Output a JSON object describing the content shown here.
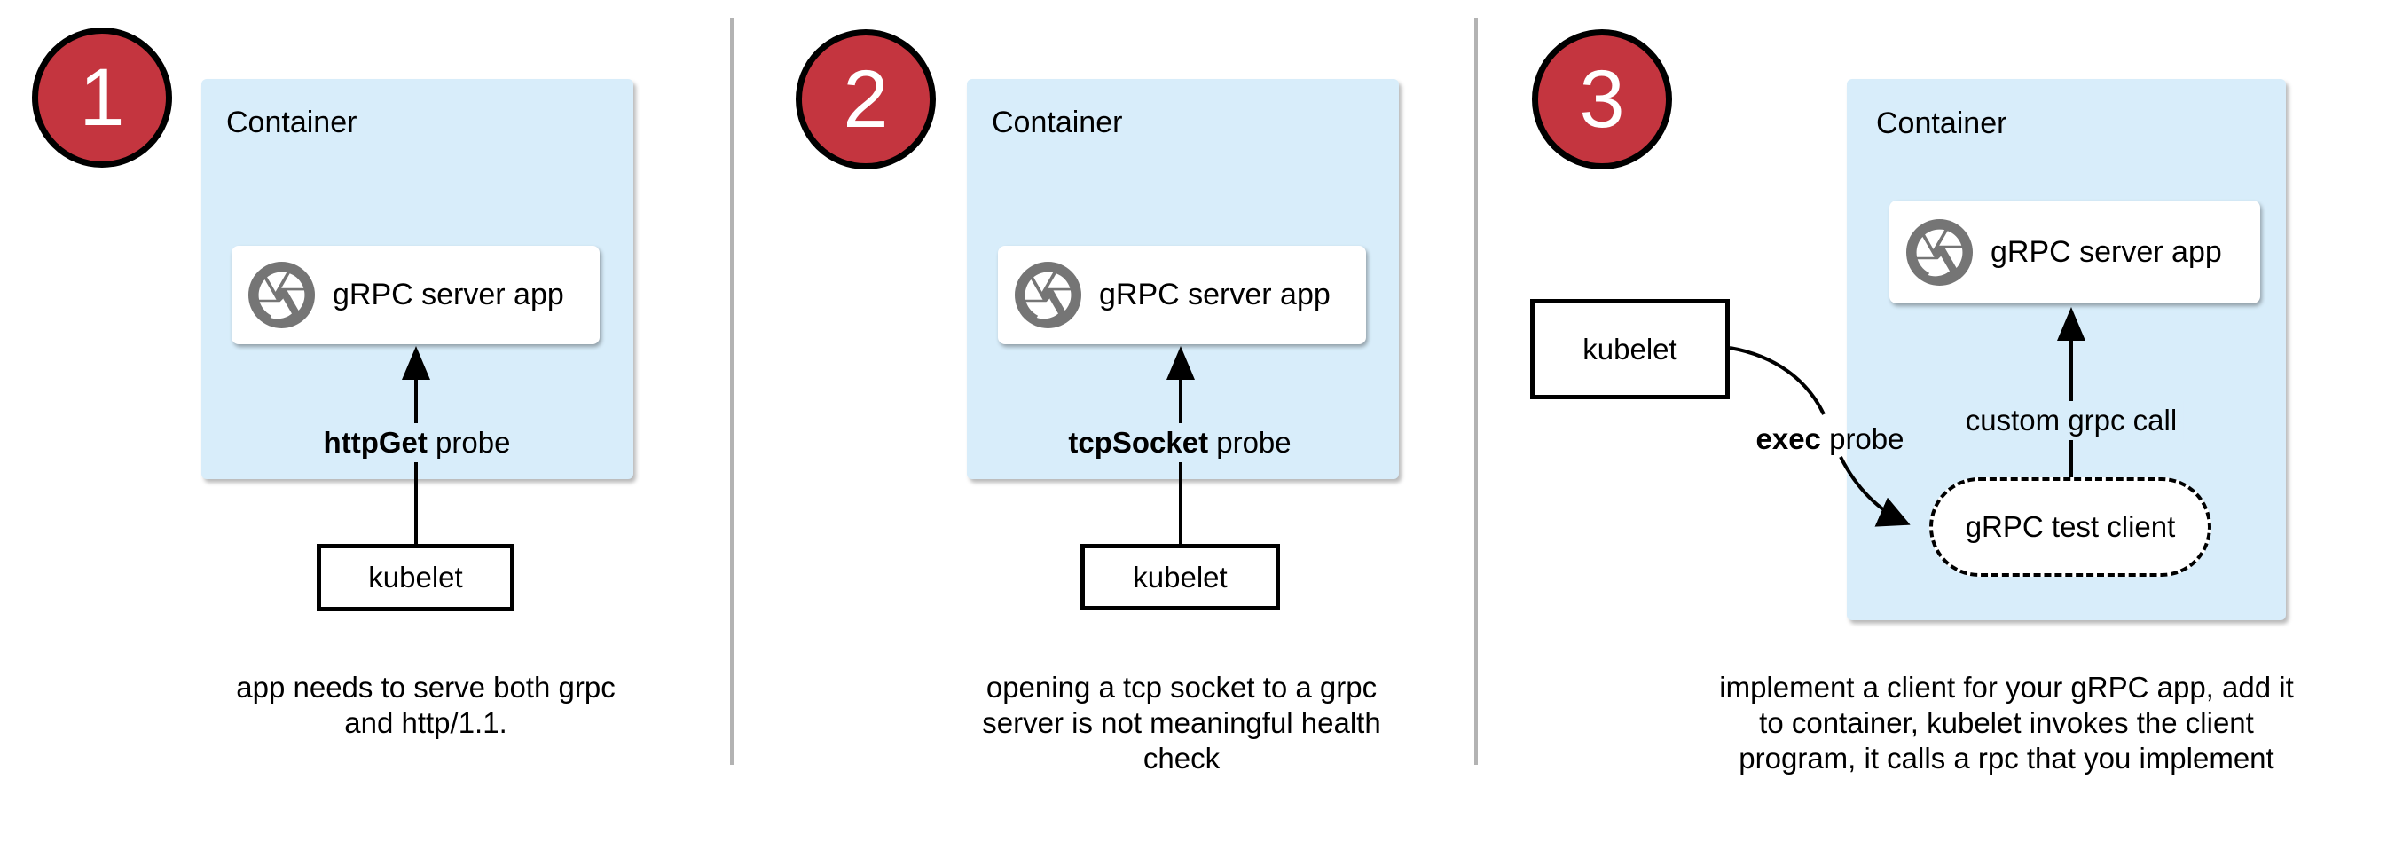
{
  "colors": {
    "container_fill": "#d8edfa",
    "step_circle_fill": "#c4353f",
    "icon_color": "#757575",
    "divider_color": "#b3b3b3",
    "edge_color": "#000000"
  },
  "panels": [
    {
      "number": "1",
      "container_label": "Container",
      "app_label": "gRPC server app",
      "app_icon": "aperture-shutter-icon",
      "probe_label_bold": "httpGet",
      "probe_label_rest": " probe",
      "kubelet_label": "kubelet",
      "caption_lines": [
        "app needs to serve both grpc",
        "and http/1.1."
      ]
    },
    {
      "number": "2",
      "container_label": "Container",
      "app_label": "gRPC server app",
      "app_icon": "aperture-shutter-icon",
      "probe_label_bold": "tcpSocket",
      "probe_label_rest": " probe",
      "kubelet_label": "kubelet",
      "caption_lines": [
        "opening a tcp socket to a grpc",
        "server is not meaningful health",
        "check"
      ]
    },
    {
      "number": "3",
      "container_label": "Container",
      "app_label": "gRPC server app",
      "app_icon": "aperture-shutter-icon",
      "probe_label_bold": "exec",
      "probe_label_rest": " probe",
      "kubelet_label": "kubelet",
      "client_label": "gRPC test client",
      "call_label": "custom grpc call",
      "caption_lines": [
        "implement a client for your gRPC app, add it",
        "to container, kubelet invokes the client",
        "program, it calls a rpc that you implement"
      ]
    }
  ]
}
